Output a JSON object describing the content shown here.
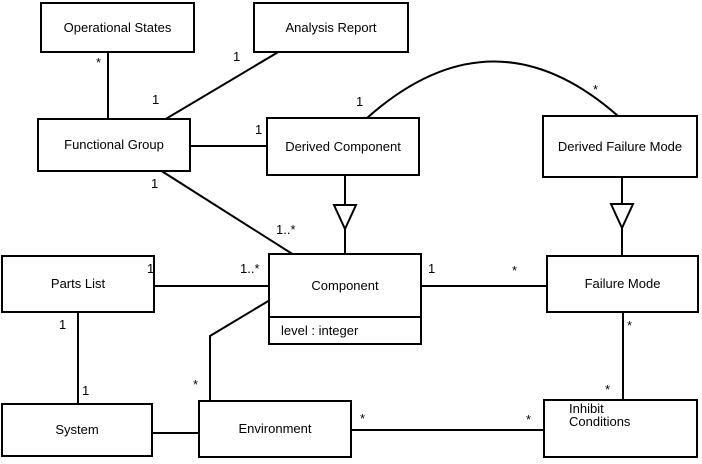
{
  "diagram": {
    "type": "uml-class-diagram",
    "colors": {
      "background": "#ffffff",
      "line": "#000000",
      "text": "#000000",
      "box_fill": "#ffffff"
    },
    "classes": [
      {
        "id": "operational-states",
        "name": "Operational States"
      },
      {
        "id": "analysis-report",
        "name": "Analysis Report"
      },
      {
        "id": "functional-group",
        "name": "Functional Group"
      },
      {
        "id": "derived-component",
        "name": "Derived Component"
      },
      {
        "id": "derived-failure-mode",
        "name": "Derived Failure Mode"
      },
      {
        "id": "parts-list",
        "name": "Parts List"
      },
      {
        "id": "component",
        "name": "Component",
        "attributes": [
          "level : integer"
        ]
      },
      {
        "id": "failure-mode",
        "name": "Failure Mode"
      },
      {
        "id": "system",
        "name": "System"
      },
      {
        "id": "environment",
        "name": "Environment"
      },
      {
        "id": "inhibit-conditions",
        "name": "Inhibit Conditions"
      }
    ],
    "associations": [
      {
        "source": "Operational States",
        "target": "Functional Group",
        "source_mult": "*"
      },
      {
        "source": "Analysis Report",
        "target": "Functional Group",
        "source_mult": "1",
        "target_mult": "1"
      },
      {
        "source": "Functional Group",
        "target": "Derived Component",
        "target_mult": "1"
      },
      {
        "source": "Functional Group",
        "target": "Component",
        "source_mult": "1",
        "target_mult": "1..*"
      },
      {
        "source": "Derived Component",
        "target": "Derived Failure Mode",
        "source_mult": "1",
        "target_mult": "*",
        "shape": "arc"
      },
      {
        "source": "Parts List",
        "target": "Component",
        "source_mult": "1",
        "target_mult": "1..*"
      },
      {
        "source": "Parts List",
        "target": "System",
        "source_mult": "1",
        "target_mult": "1"
      },
      {
        "source": "System",
        "target": "Environment"
      },
      {
        "source": "Environment",
        "target": "Component",
        "source_mult": "*"
      },
      {
        "source": "Environment",
        "target": "Inhibit Conditions",
        "source_mult": "*",
        "target_mult": "*"
      },
      {
        "source": "Component",
        "target": "Failure Mode",
        "source_mult": "1",
        "target_mult": "*"
      },
      {
        "source": "Failure Mode",
        "target": "Inhibit Conditions",
        "source_mult": "*",
        "target_mult": "*"
      }
    ],
    "generalizations": [
      {
        "child": "Derived Component",
        "parent": "Component"
      },
      {
        "child": "Derived Failure Mode",
        "parent": "Failure Mode"
      }
    ]
  }
}
